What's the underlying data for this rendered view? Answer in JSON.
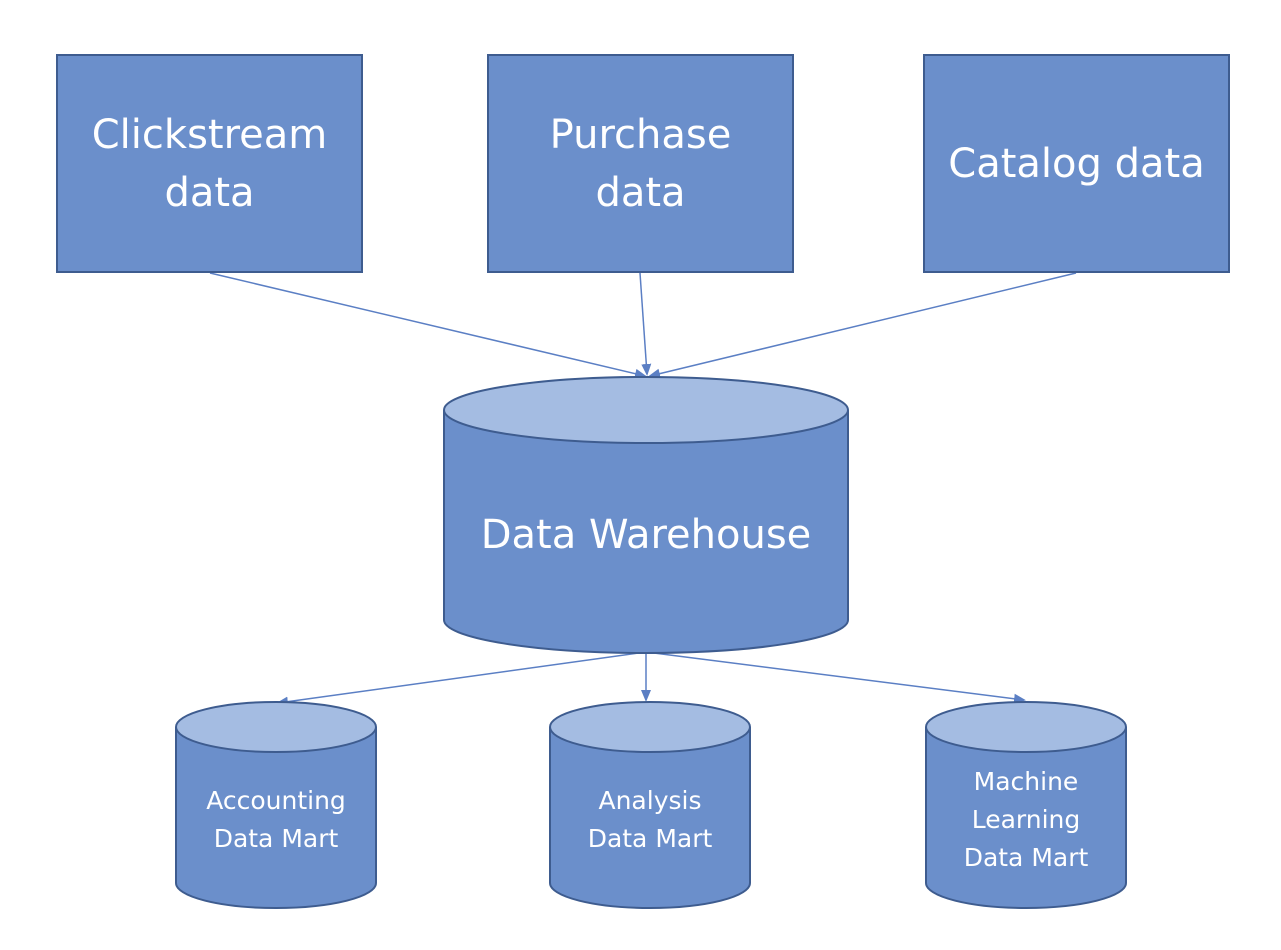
{
  "colors": {
    "fill": "#6b8fcb",
    "cylinder_top": "#a4bce2",
    "stroke": "#3e5c8f",
    "arrow": "#5b7fc4",
    "text": "#ffffff"
  },
  "sources": [
    {
      "label": "Clickstream\ndata"
    },
    {
      "label": "Purchase\ndata"
    },
    {
      "label": "Catalog data"
    }
  ],
  "warehouse": {
    "label": "Data Warehouse"
  },
  "marts": [
    {
      "label": "Accounting\nData Mart"
    },
    {
      "label": "Analysis\nData Mart"
    },
    {
      "label": "Machine\nLearning\nData Mart"
    }
  ]
}
